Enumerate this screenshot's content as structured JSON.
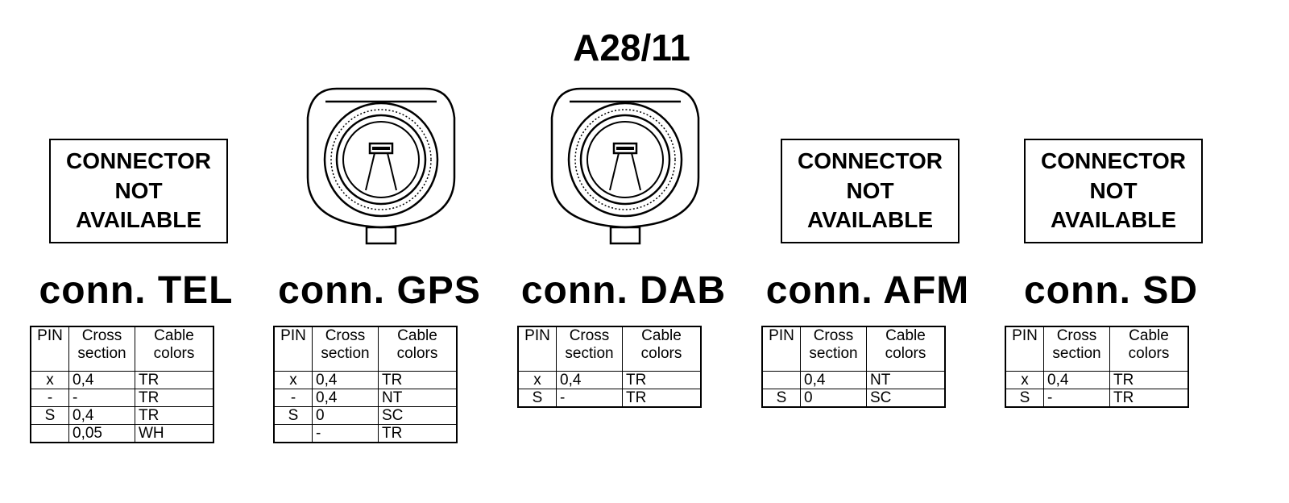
{
  "title": "A28/11",
  "header": {
    "pin": "PIN",
    "cross_section": [
      "Cross",
      "section"
    ],
    "cable_colors": [
      "Cable",
      "colors"
    ]
  },
  "connectors": [
    {
      "name": "conn. TEL",
      "available": false,
      "not_available_label": [
        "CONNECTOR",
        "NOT",
        "AVAILABLE"
      ],
      "rows": [
        {
          "pin": "x",
          "cross_section": "0,4",
          "color": "TR"
        },
        {
          "pin": "-",
          "cross_section": "-",
          "color": "TR"
        },
        {
          "pin": "S",
          "cross_section": "0,4",
          "color": "TR"
        },
        {
          "pin": "",
          "cross_section": "0,05",
          "color": "WH"
        }
      ]
    },
    {
      "name": "conn. GPS",
      "available": true,
      "rows": [
        {
          "pin": "x",
          "cross_section": "0,4",
          "color": "TR"
        },
        {
          "pin": "-",
          "cross_section": "0,4",
          "color": "NT"
        },
        {
          "pin": "S",
          "cross_section": "0",
          "color": "SC"
        },
        {
          "pin": "",
          "cross_section": "-",
          "color": "TR"
        }
      ]
    },
    {
      "name": "conn. DAB",
      "available": true,
      "rows": [
        {
          "pin": "x",
          "cross_section": "0,4",
          "color": "TR"
        },
        {
          "pin": "S",
          "cross_section": "-",
          "color": "TR"
        }
      ]
    },
    {
      "name": "conn. AFM",
      "available": false,
      "not_available_label": [
        "CONNECTOR",
        "NOT",
        "AVAILABLE"
      ],
      "rows": [
        {
          "pin": "",
          "cross_section": "0,4",
          "color": "NT"
        },
        {
          "pin": "S",
          "cross_section": "0",
          "color": "SC"
        }
      ]
    },
    {
      "name": "conn. SD",
      "available": false,
      "not_available_label": [
        "CONNECTOR",
        "NOT",
        "AVAILABLE"
      ],
      "rows": [
        {
          "pin": "x",
          "cross_section": "0,4",
          "color": "TR"
        },
        {
          "pin": "S",
          "cross_section": "-",
          "color": "TR"
        }
      ]
    }
  ]
}
